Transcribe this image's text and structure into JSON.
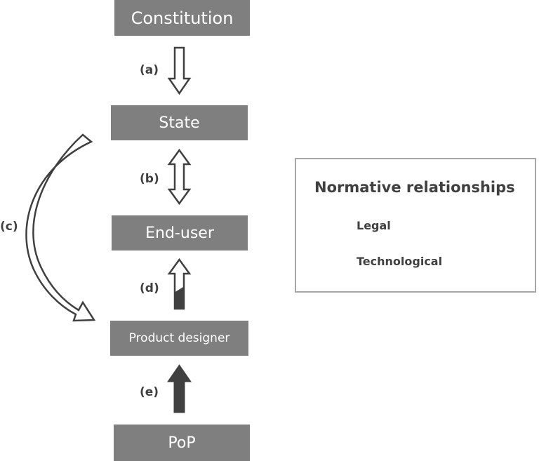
{
  "nodes": {
    "constitution": "Constitution",
    "state": "State",
    "end_user": "End-user",
    "product_designer": "Product designer",
    "pop": "PoP"
  },
  "edge_labels": {
    "a": "(a)",
    "b": "(b)",
    "c": "(c)",
    "d": "(d)",
    "e": "(e)"
  },
  "legend": {
    "title": "Normative relationships",
    "legal": "Legal",
    "technological": "Technological"
  },
  "colors": {
    "node_fill": "#7f7f7f",
    "arrow_dark": "#404040",
    "legend_border": "#a6a6a6"
  }
}
